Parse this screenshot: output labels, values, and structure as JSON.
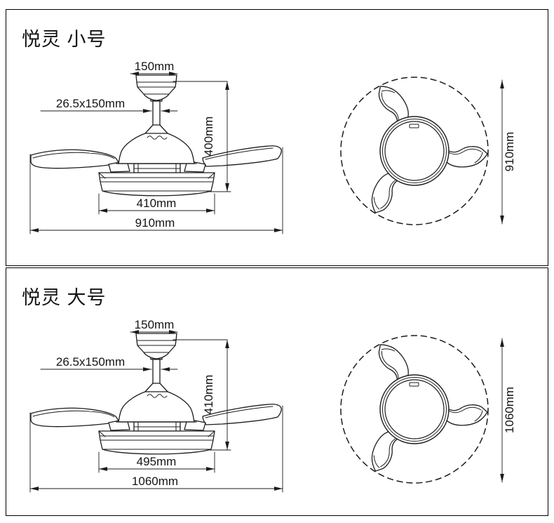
{
  "panels": [
    {
      "id": "small",
      "title": "悦灵 小号",
      "labels": {
        "canopy_width": "150mm",
        "downrod": "26.5x150mm",
        "height": "400mm",
        "body_width": "410mm",
        "total_width": "910mm",
        "top_view_diameter": "910mm"
      }
    },
    {
      "id": "large",
      "title": "悦灵 大号",
      "labels": {
        "canopy_width": "150mm",
        "downrod": "26.5x150mm",
        "height": "410mm",
        "body_width": "495mm",
        "total_width": "1060mm",
        "top_view_diameter": "1060mm"
      }
    }
  ],
  "colors": {
    "line": "#1c1c1c",
    "text": "#141414",
    "border": "#000000",
    "background": "#ffffff"
  }
}
